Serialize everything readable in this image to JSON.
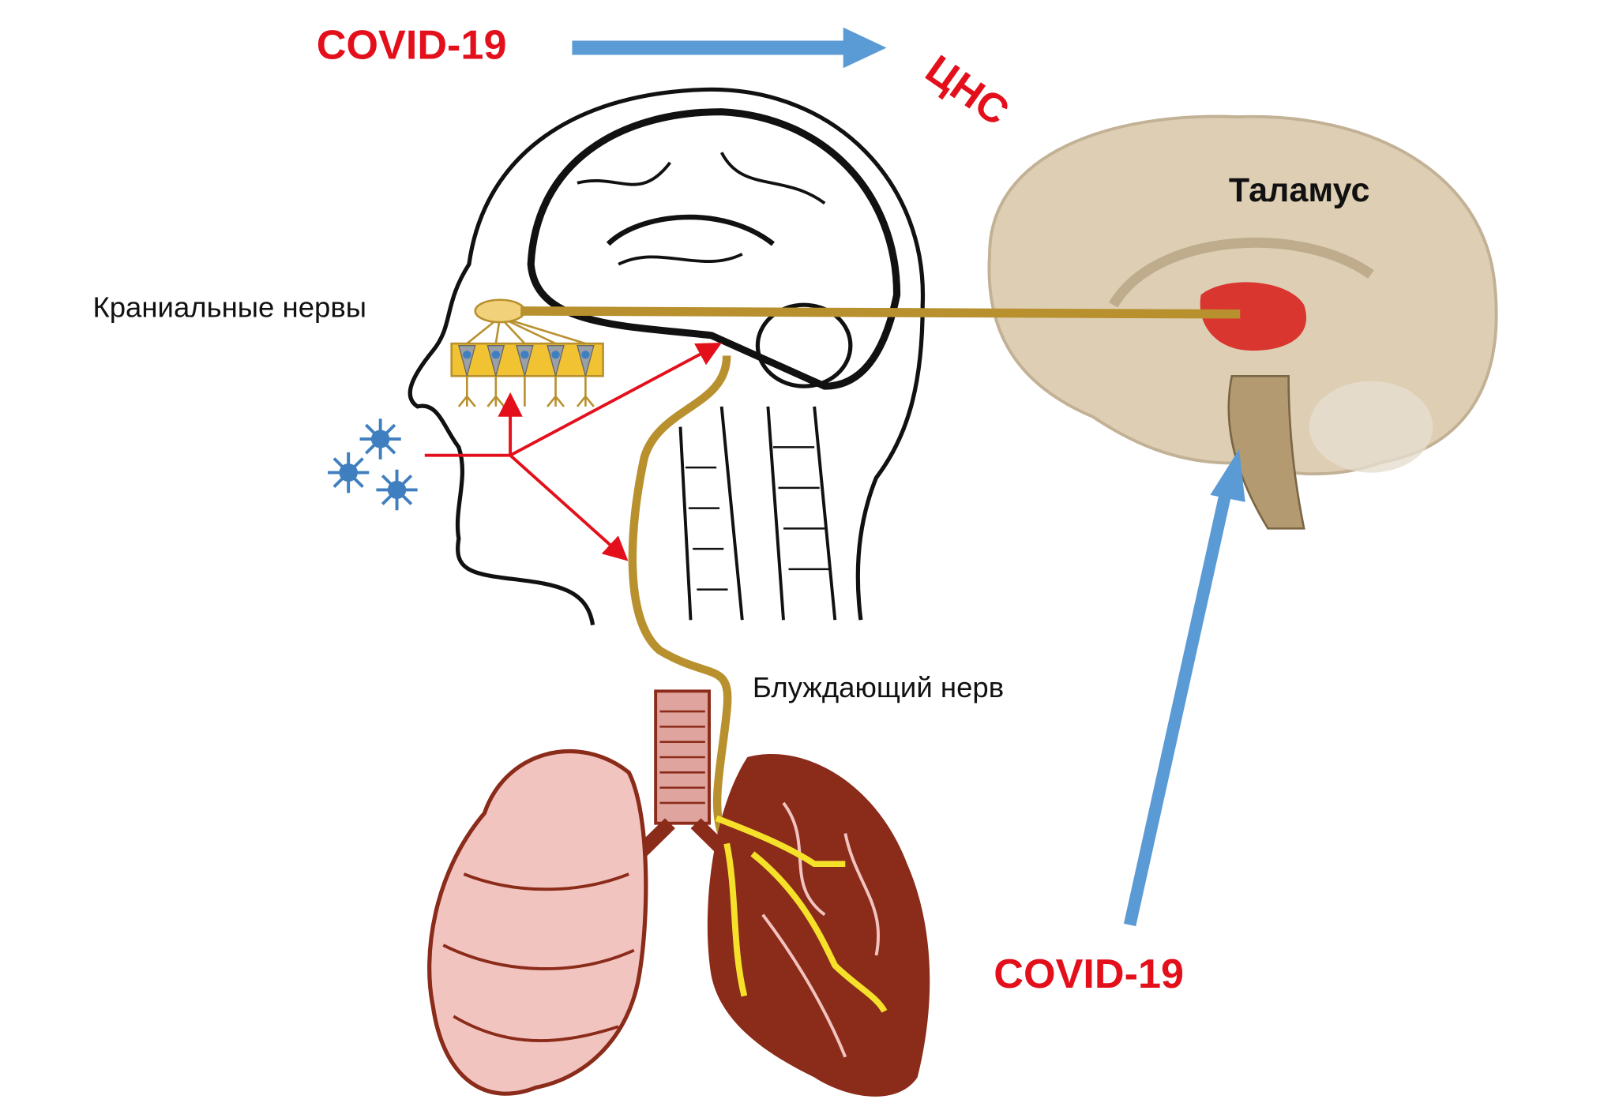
{
  "labels": {
    "covid_top": "COVID-19",
    "cns": "ЦНС",
    "thalamus": "Таламус",
    "cranial_nerves": "Краниальные нервы",
    "vagus_nerve": "Блуждающий нерв",
    "covid_bottom": "COVID-19"
  },
  "colors": {
    "covid_text": "#e3101c",
    "arrow_blue": "#5b9bd5",
    "nerve_gold": "#b8902e",
    "thalamus_red": "#d9362f",
    "lung_pink": "#f2c4c0",
    "lung_dark": "#8b2b1a",
    "vagus_branch_yellow": "#f5e12a",
    "virus_blue": "#3f7fbf"
  }
}
